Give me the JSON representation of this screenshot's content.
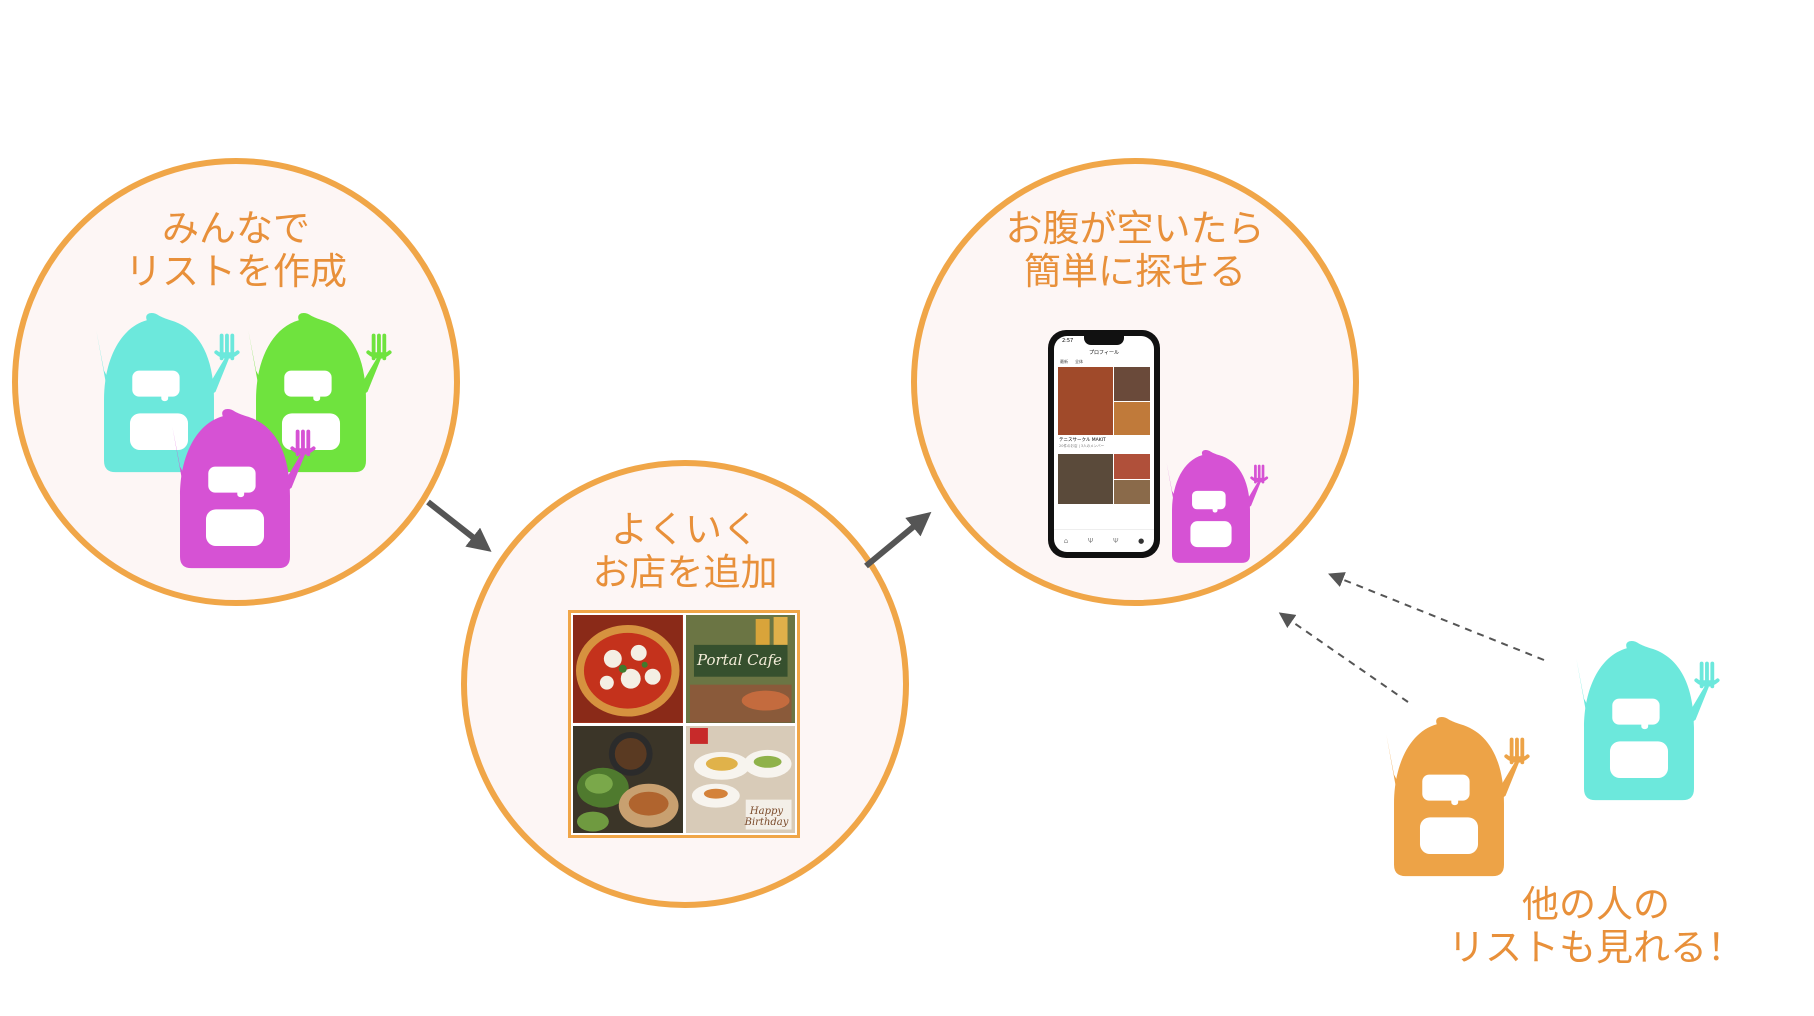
{
  "steps": [
    {
      "caption": [
        "みんなで",
        "リストを作成"
      ]
    },
    {
      "caption": [
        "よくいく",
        "お店を追加"
      ]
    },
    {
      "caption": [
        "お腹が空いたら",
        "簡単に探せる"
      ]
    }
  ],
  "others": {
    "caption": [
      "他の人の",
      "リストも見れる！"
    ]
  },
  "collage": {
    "cafe_sign": "Portal Cafe",
    "card_text": "Happy Birthday"
  },
  "phone": {
    "status_time": "2:57",
    "header_title": "プロフィール",
    "tabs": [
      "最新",
      "全体"
    ],
    "list_title": "テニスサークル MAKIT",
    "list_subtitle": "20件のお店 | 3人のメンバー"
  },
  "colors": {
    "accent": "#f0a648",
    "caption": "#e8903a",
    "circle_fill": "#fdf6f5",
    "mascot_cyan": "#6ce8dc",
    "mascot_green": "#6fe33e",
    "mascot_magenta": "#d652d4",
    "mascot_orange": "#eda347",
    "arrow": "#555555"
  }
}
